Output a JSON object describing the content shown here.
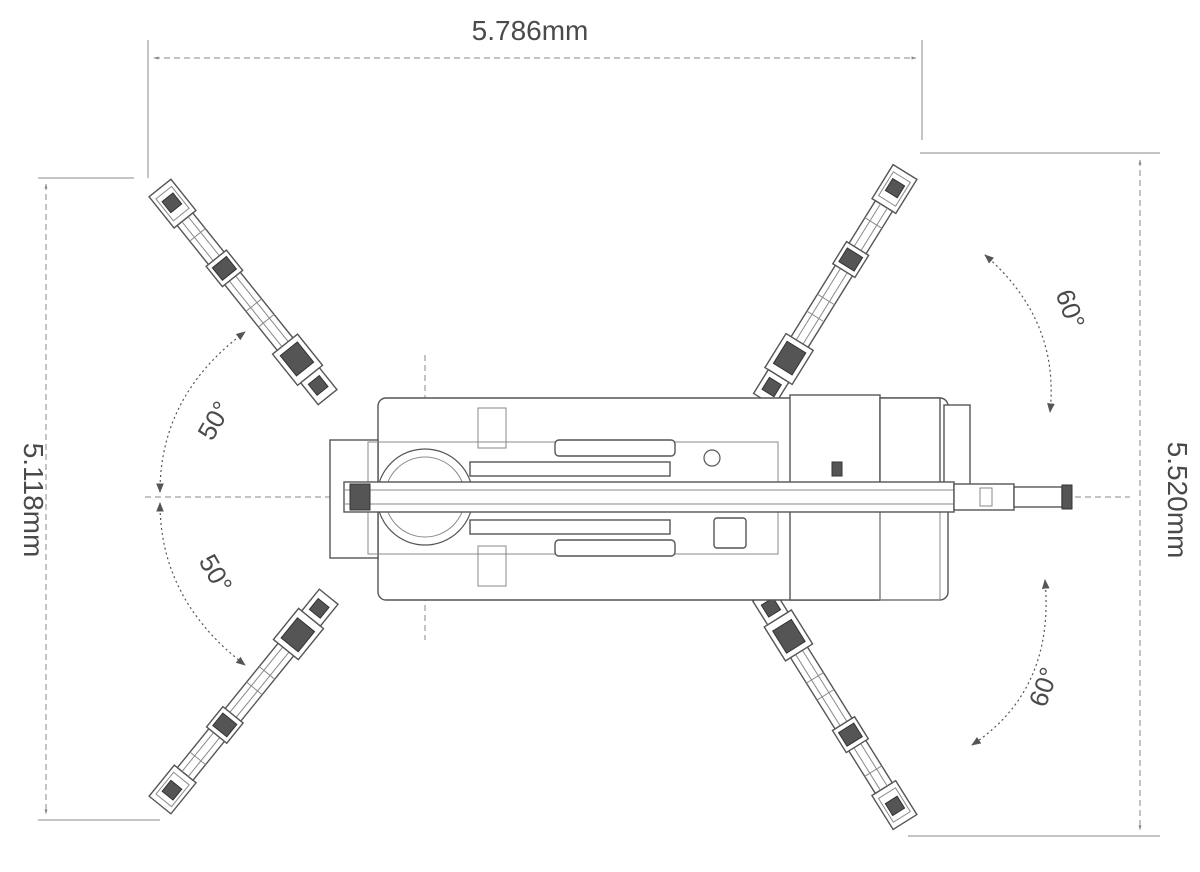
{
  "dimensions": {
    "top_width": "5.786mm",
    "left_height": "5.118mm",
    "right_height": "5.520mm"
  },
  "angles": {
    "front_left_upper": "50°",
    "front_left_lower": "50°",
    "rear_right_upper": "60°",
    "rear_right_lower": "60°"
  },
  "colors": {
    "line": "#555555",
    "text": "#4a4a4a"
  }
}
